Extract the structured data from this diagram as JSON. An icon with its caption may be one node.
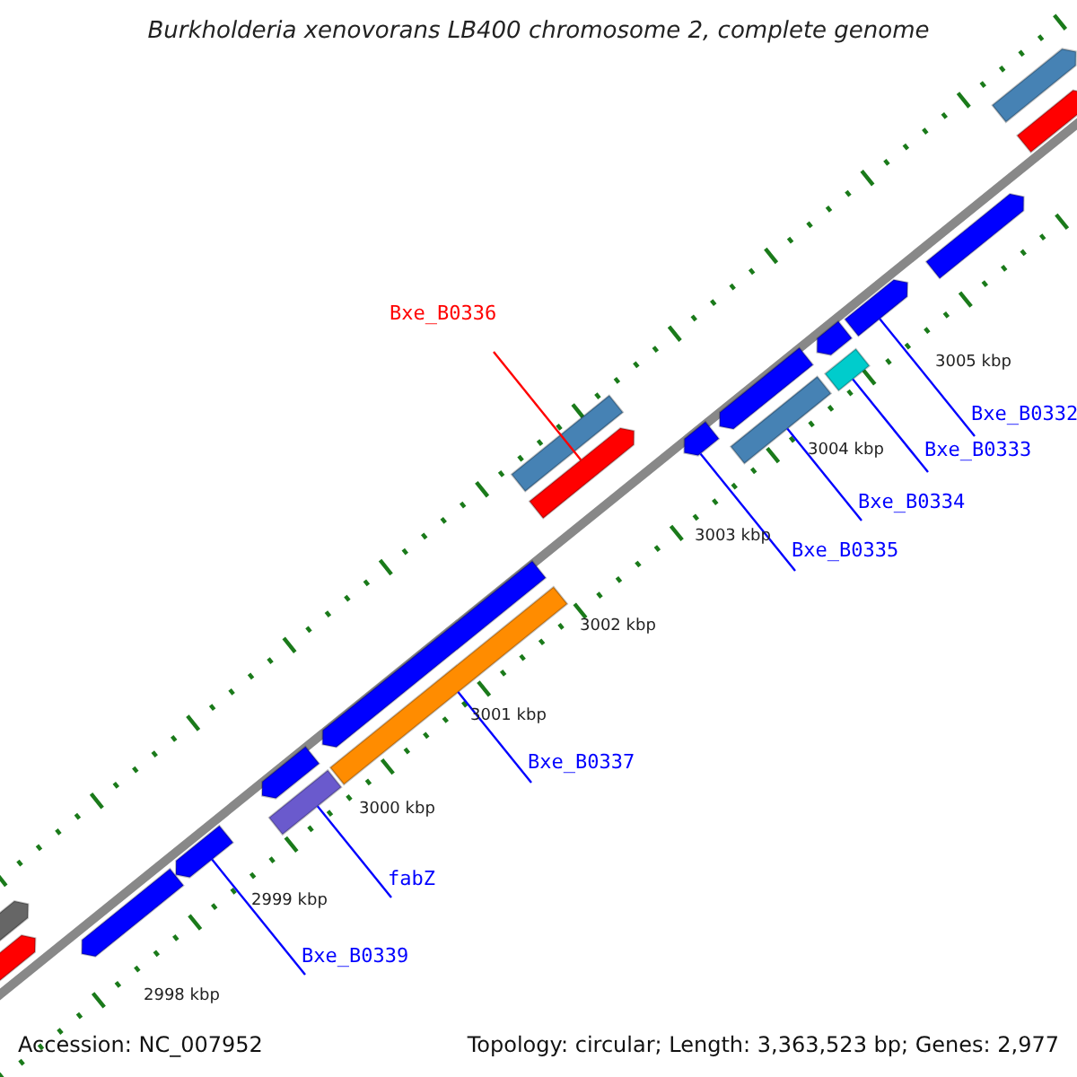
{
  "diagram": {
    "title": "Burkholderia xenovorans LB400 chromosome 2, complete genome",
    "nodes": [
      {
        "text": [
          "Bxe_B0336"
        ]
      },
      {
        "text": [
          "Bxe_B0332"
        ]
      },
      {
        "text": [
          "Bxe_B0333"
        ]
      },
      {
        "text": [
          "Bxe_B0334"
        ]
      },
      {
        "text": [
          "Bxe_B0335"
        ]
      },
      {
        "text": [
          "Bxe_B0337"
        ]
      },
      {
        "text": [
          "fabZ"
        ]
      },
      {
        "text": [
          "Bxe_B0339"
        ]
      },
      {
        "text": [],
        "shape": "bar"
      },
      {
        "text": [],
        "shape": "bar"
      },
      {
        "text": [],
        "shape": "bar"
      },
      {
        "text": [],
        "shape": "bar"
      },
      {
        "text": [],
        "shape": "bar"
      },
      {
        "text": [],
        "shape": "bar"
      },
      {
        "text": [],
        "shape": "bar"
      },
      {
        "text": [],
        "shape": "bar"
      },
      {
        "text": [],
        "shape": "bar"
      },
      {
        "text": [],
        "shape": "bar"
      },
      {
        "text": [],
        "shape": "bar"
      },
      {
        "text": [],
        "shape": "bar"
      },
      {
        "text": [],
        "shape": "bar"
      },
      {
        "text": [],
        "shape": "bar"
      },
      {
        "text": [],
        "shape": "bar"
      },
      {
        "text": [],
        "shape": "bar"
      },
      {
        "text": [],
        "shape": "bar"
      },
      {
        "text": [],
        "shape": "bar"
      },
      {
        "text": [],
        "shape": "bar"
      }
    ],
    "edges": [
      {
        "from": 0,
        "to": 18,
        "arrow": "none",
        "color": "#ff0000"
      },
      {
        "from": 1,
        "to": 11,
        "arrow": "none"
      },
      {
        "from": 2,
        "to": 13,
        "arrow": "none"
      },
      {
        "from": 3,
        "to": 15,
        "arrow": "none"
      },
      {
        "from": 4,
        "to": 16,
        "arrow": "none"
      },
      {
        "from": 5,
        "to": 20,
        "arrow": "none"
      },
      {
        "from": 6,
        "to": 22,
        "arrow": "none"
      },
      {
        "from": 7,
        "to": 23,
        "arrow": "none"
      }
    ],
    "labels": [
      "3005 kbp",
      "3004 kbp",
      "3003 kbp",
      "3002 kbp",
      "3001 kbp",
      "3000 kbp",
      "2999 kbp",
      "2998 kbp",
      "Accession: NC_007952",
      "Topology: circular; Length: 3,363,523 bp; Genes: 2,977"
    ]
  }
}
